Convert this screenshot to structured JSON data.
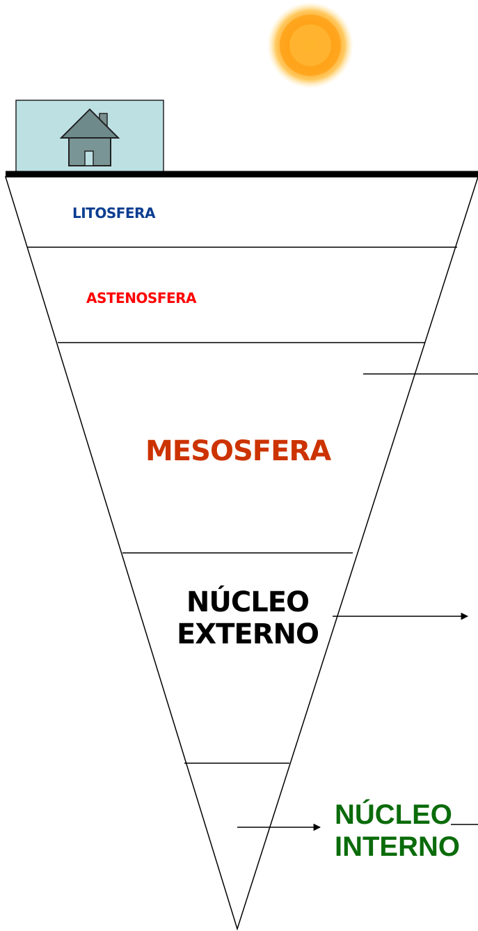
{
  "layers": [
    {
      "label": "LITOSFERA",
      "color": "#0b3d91"
    },
    {
      "label": "ASTENOSFERA",
      "color": "#ff0000"
    },
    {
      "label": "MESOSFERA",
      "color": "#cc3300"
    },
    {
      "label_line1": "NÚCLEO",
      "label_line2": "EXTERNO",
      "color": "#000000"
    },
    {
      "label_line1": "NÚCLEO",
      "label_line2": "INTERNO",
      "color": "#0a6b0a"
    }
  ],
  "colors": {
    "house_box": "#bde0e3",
    "house": "#6f8a8a",
    "sun_core": "#ffb300",
    "sun_glow": "#ffd54f",
    "ground": "#000000"
  },
  "icons": [
    "sun-icon",
    "house-icon",
    "arrow-right-icon"
  ]
}
